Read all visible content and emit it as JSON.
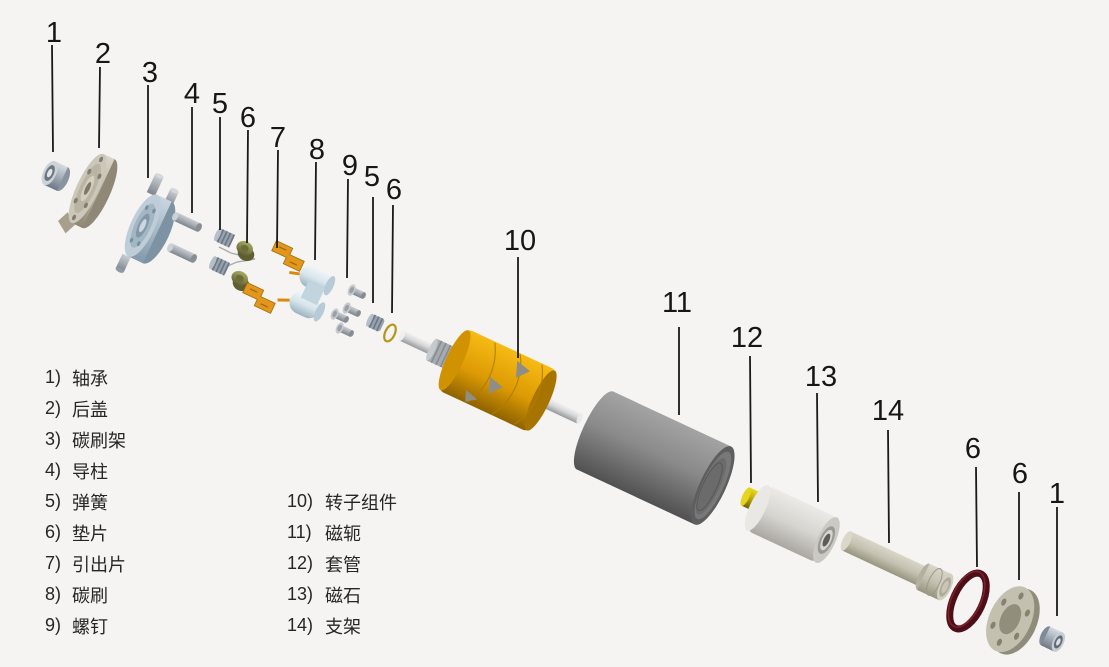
{
  "background": "#f5f4f2",
  "callouts": [
    {
      "label": "1"
    },
    {
      "label": "2"
    },
    {
      "label": "3"
    },
    {
      "label": "4"
    },
    {
      "label": "5"
    },
    {
      "label": "6"
    },
    {
      "label": "7"
    },
    {
      "label": "8"
    },
    {
      "label": "9"
    },
    {
      "label": "5"
    },
    {
      "label": "6"
    },
    {
      "label": "10"
    },
    {
      "label": "11"
    },
    {
      "label": "12"
    },
    {
      "label": "13"
    },
    {
      "label": "14"
    },
    {
      "label": "6"
    },
    {
      "label": "6"
    },
    {
      "label": "1"
    }
  ],
  "legend": {
    "left": [
      {
        "num": "1)",
        "name": "轴承"
      },
      {
        "num": "2)",
        "name": "后盖"
      },
      {
        "num": "3)",
        "name": "碳刷架"
      },
      {
        "num": "4)",
        "name": "导柱"
      },
      {
        "num": "5)",
        "name": "弹簧"
      },
      {
        "num": "6)",
        "name": "垫片"
      },
      {
        "num": "7)",
        "name": "引出片"
      },
      {
        "num": "8)",
        "name": "碳刷"
      },
      {
        "num": "9)",
        "name": "螺钉"
      }
    ],
    "right": [
      {
        "num": "10)",
        "name": "转子组件"
      },
      {
        "num": "11)",
        "name": "磁轭"
      },
      {
        "num": "12)",
        "name": "套管"
      },
      {
        "num": "13)",
        "name": "磁石"
      },
      {
        "num": "14)",
        "name": "支架"
      }
    ]
  },
  "colors": {
    "rotor_gold": "#e8a50a",
    "yoke_gray": "#808080",
    "magnet_gray": "#d6d4cf",
    "brass_yellow": "#c3ad07",
    "copper_orange": "#e2961c",
    "oring_maroon": "#4d0f17",
    "steel_blue": "#9aa4b0",
    "leader_line": "#1a1a1a"
  }
}
